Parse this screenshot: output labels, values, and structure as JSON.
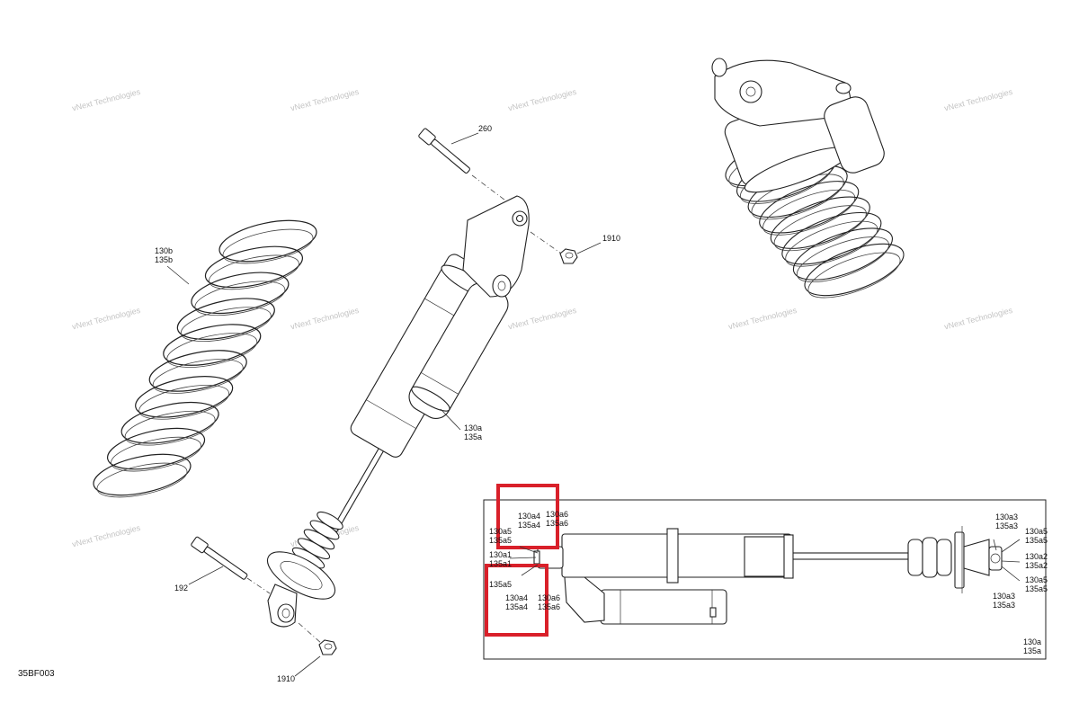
{
  "diagram": {
    "code": "35BF003",
    "watermark": "vNext Technologies",
    "highlight_color": "#d9202a",
    "callouts": {
      "bolt_top": "260",
      "nut_top": "1910",
      "spring_a": "130b",
      "spring_b": "135b",
      "shock_a": "130a",
      "shock_b": "135a",
      "bolt_bottom": "192",
      "nut_bottom": "1910"
    },
    "detail": {
      "upper_a": "130a4",
      "upper_b": "135a4",
      "upper_c": "130a6",
      "upper_d": "135a6",
      "left_a": "130a5",
      "left_b": "135a5",
      "left_c": "130a1",
      "left_d": "135a1",
      "left_e": "135a5",
      "lower_a": "130a4",
      "lower_b": "135a4",
      "lower_c": "130a6",
      "lower_d": "135a6",
      "right_a": "130a3",
      "right_b": "135a3",
      "right_c": "130a5",
      "right_d": "135a5",
      "right_e": "130a2",
      "right_f": "135a2",
      "right_g": "130a5",
      "right_h": "135a5",
      "right_i": "130a3",
      "right_j": "135a3",
      "corner_a": "130a",
      "corner_b": "135a"
    }
  }
}
